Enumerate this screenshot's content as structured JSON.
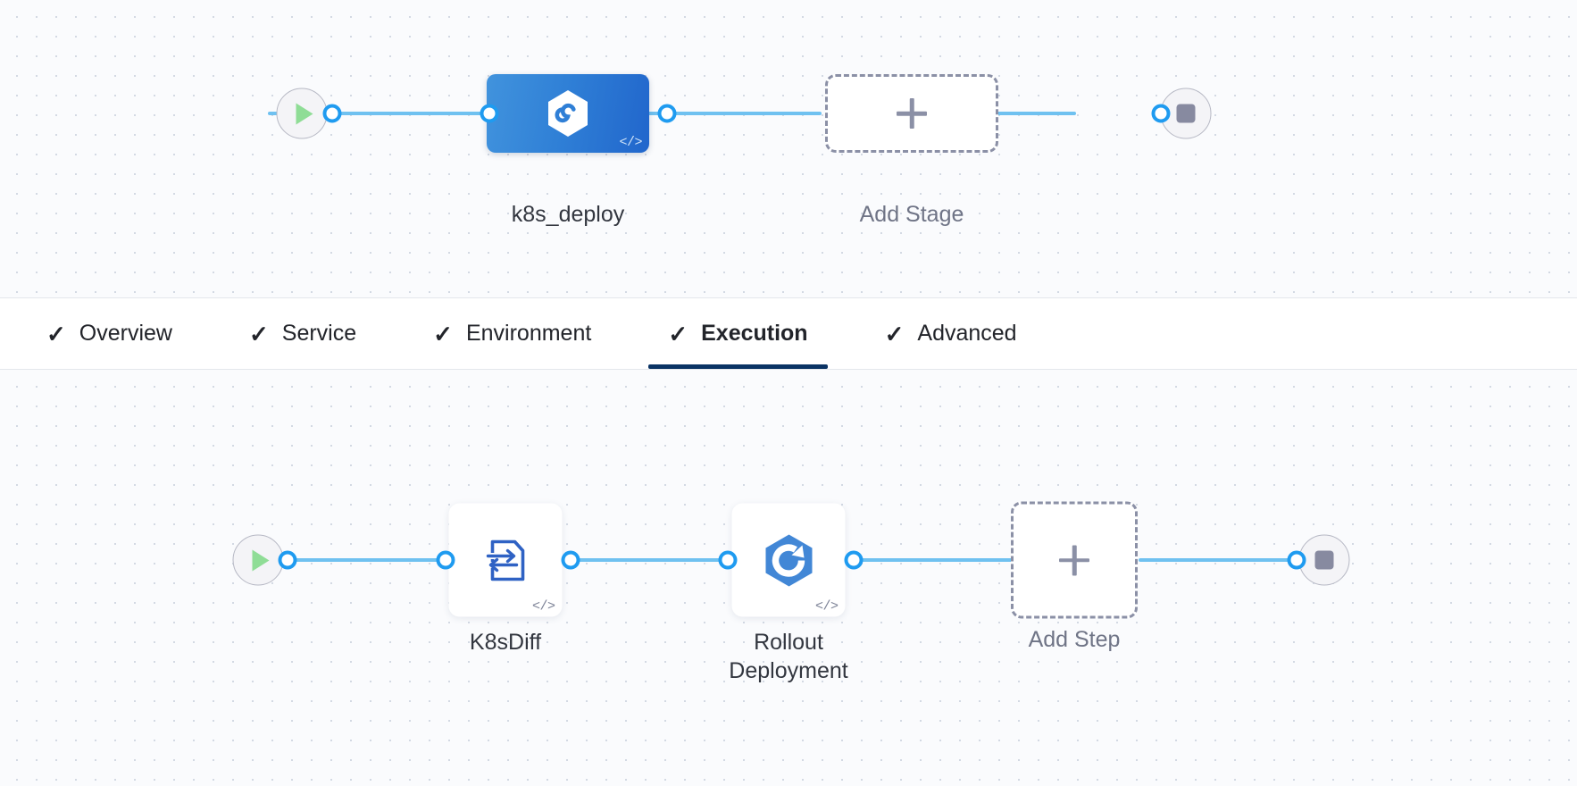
{
  "stage_graph": {
    "name": "stage-pipeline",
    "start_node": {
      "icon": "play-icon",
      "name": "pipeline-start"
    },
    "end_node": {
      "icon": "stop-icon",
      "name": "pipeline-end"
    },
    "nodes": [
      {
        "id": "k8s-deploy-stage",
        "label": "k8s_deploy",
        "icon": "harness-hexagon-icon",
        "badge": "</>",
        "type": "stage",
        "selected": true,
        "color": "#2f7fd6"
      },
      {
        "id": "add-stage",
        "label": "Add Stage",
        "icon": "plus-icon",
        "type": "add"
      }
    ]
  },
  "tabs": {
    "items": [
      {
        "label": "Overview",
        "check": "✓",
        "active": false
      },
      {
        "label": "Service",
        "check": "✓",
        "active": false
      },
      {
        "label": "Environment",
        "check": "✓",
        "active": false
      },
      {
        "label": "Execution",
        "check": "✓",
        "active": true
      },
      {
        "label": "Advanced",
        "check": "✓",
        "active": false
      }
    ],
    "active_underline_color": "#0a3364"
  },
  "step_graph": {
    "name": "execution-steps",
    "start_node": {
      "icon": "play-icon",
      "name": "execution-start"
    },
    "end_node": {
      "icon": "stop-icon",
      "name": "execution-end"
    },
    "nodes": [
      {
        "id": "k8s-diff-step",
        "label": "K8sDiff",
        "icon": "diff-document-icon",
        "badge": "</>",
        "type": "step",
        "color": "#2f62c4"
      },
      {
        "id": "rollout-deployment-step",
        "label": "Rollout\nDeployment",
        "icon": "rollout-hexagon-icon",
        "badge": "</>",
        "type": "step",
        "color": "#4287d6"
      },
      {
        "id": "add-step",
        "label": "Add Step",
        "icon": "plus-icon",
        "type": "add"
      }
    ]
  },
  "colors": {
    "edge": "#6fc1f0",
    "port_border": "#1f9bf0",
    "play": "#8fdd96",
    "stop": "#878aa0",
    "dashed_border": "#8b90a6",
    "canvas": "#fafbfd"
  }
}
